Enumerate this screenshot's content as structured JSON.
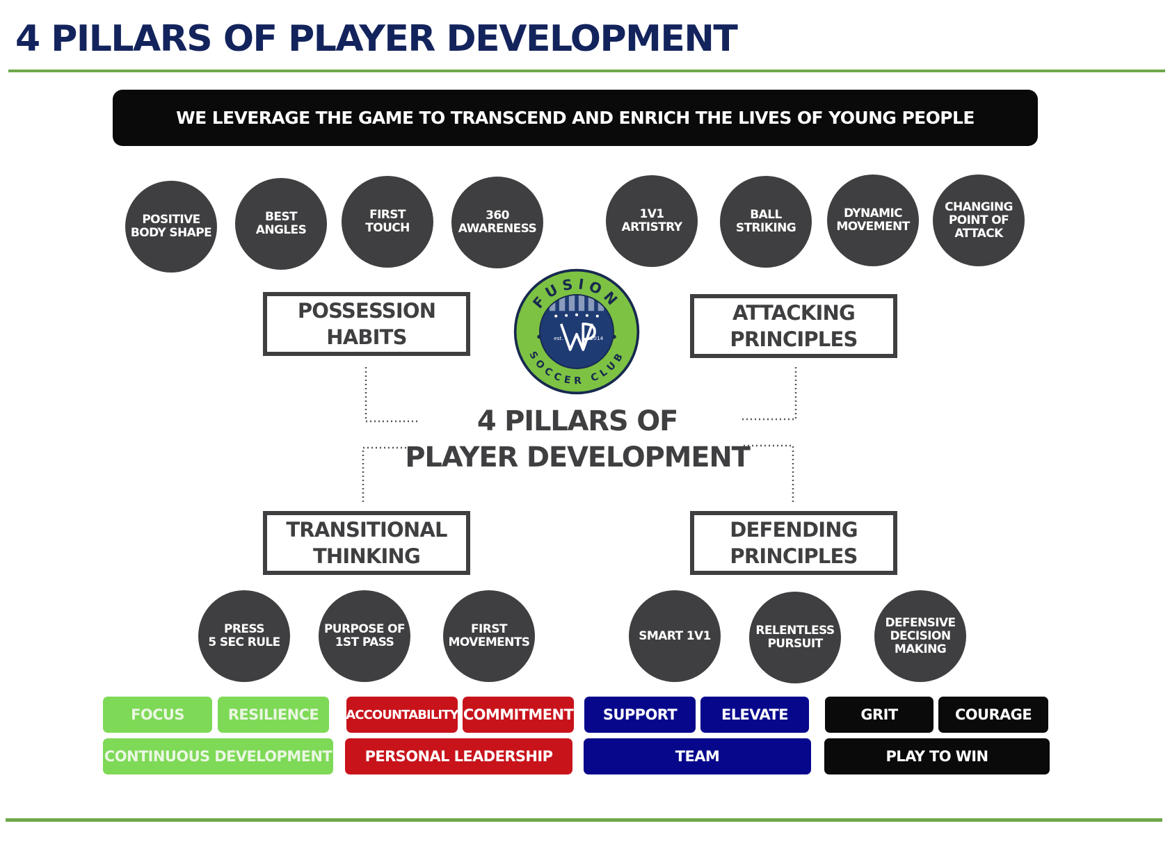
{
  "header": {
    "title": "4 PILLARS OF PLAYER DEVELOPMENT"
  },
  "mission": "WE LEVERAGE THE GAME TO TRANSCEND AND ENRICH THE LIVES OF YOUNG PEOPLE",
  "top_circles": [
    "POSITIVE\nBODY SHAPE",
    "BEST\nANGLES",
    "FIRST\nTOUCH",
    "360\nAWARENESS",
    "1V1\nARTISTRY",
    "BALL\nSTRIKING",
    "DYNAMIC\nMOVEMENT",
    "CHANGING\nPOINT OF\nATTACK"
  ],
  "pillars": {
    "possession": "POSSESSION\nHABITS",
    "attacking": "ATTACKING\nPRINCIPLES",
    "transitional": "TRANSITIONAL\nTHINKING",
    "defending": "DEFENDING\nPRINCIPLES"
  },
  "center_title": "4 PILLARS OF\nPLAYER DEVELOPMENT",
  "logo": {
    "arc_top": "FUSION",
    "arc_bottom": "SOCCER CLUB",
    "est": "est.",
    "year": "2014",
    "monogram": "WP",
    "colors": {
      "ring": "#7dc243",
      "navy": "#1f3b73",
      "dark": "#17294f"
    }
  },
  "bottom_circles": [
    "PRESS\n5 SEC RULE",
    "PURPOSE OF\n1ST PASS",
    "FIRST\nMOVEMENTS",
    "SMART 1V1",
    "RELENTLESS\nPURSUIT",
    "DEFENSIVE\nDECISION\nMAKING"
  ],
  "values": {
    "green": {
      "color": "#7ed957",
      "row1": [
        "FOCUS",
        "RESILIENCE"
      ],
      "row2": "CONTINUOUS DEVELOPMENT"
    },
    "red": {
      "color": "#c8131b",
      "row1": [
        "ACCOUNTABILITY",
        "COMMITMENT"
      ],
      "row2": "PERSONAL LEADERSHIP"
    },
    "blue": {
      "color": "#07078c",
      "row1": [
        "SUPPORT",
        "ELEVATE"
      ],
      "row2": "TEAM"
    },
    "black": {
      "color": "#0a0a0a",
      "row1": [
        "GRIT",
        "COURAGE"
      ],
      "row2": "PLAY TO WIN"
    }
  }
}
